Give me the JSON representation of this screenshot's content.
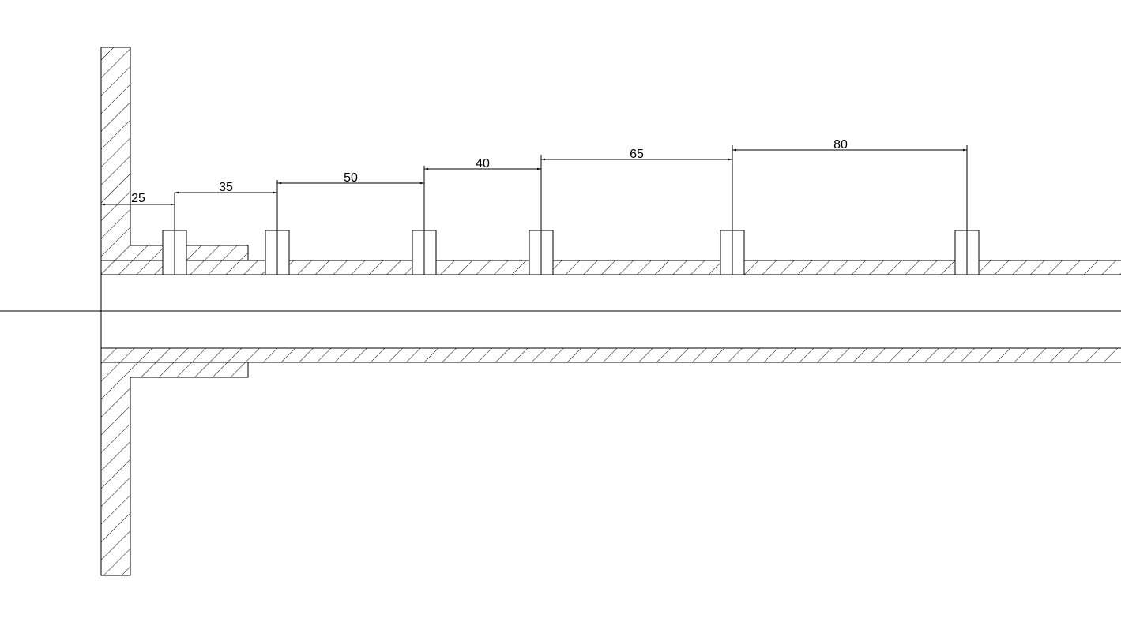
{
  "dimensions": [
    {
      "label": "25"
    },
    {
      "label": "35"
    },
    {
      "label": "50"
    },
    {
      "label": "40"
    },
    {
      "label": "65"
    },
    {
      "label": "80"
    }
  ],
  "colors": {
    "line": "#000000",
    "background": "#ffffff"
  }
}
